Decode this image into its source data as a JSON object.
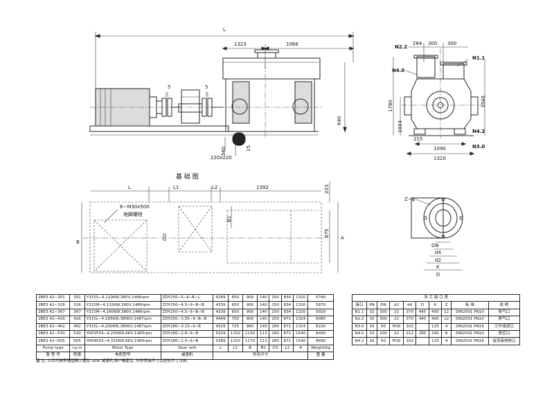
{
  "elevation_view": {
    "dims": {
      "L": "L",
      "d1323": "1323",
      "d1068": "1068",
      "d5a": "5",
      "d5b": "5",
      "d640": "640",
      "d560": "560",
      "d15": "15",
      "d220": "220x220"
    }
  },
  "side_view": {
    "labels": {
      "n22": "N2.2",
      "n11": "N1.1",
      "n40": "N4.0",
      "n42": "N4.2",
      "n30": "N3.0"
    },
    "dims": {
      "d284": "284",
      "d300a": "300",
      "d300b": "300",
      "d1780": "1780",
      "d1034": "1034",
      "d1540": "1540",
      "d215": "215",
      "d1090": "1090",
      "d1320": "1320"
    }
  },
  "foundation": {
    "title": "基 础 图",
    "dims": {
      "L": "L",
      "L1": "L1",
      "L2": "L2",
      "d1392": "1392",
      "d223": "223",
      "d875": "875",
      "B": "B",
      "B1": "B1",
      "CO": "CO",
      "A": "A"
    },
    "bolt_note_1": "6−M30x500",
    "bolt_note_2": "地脚螺栓"
  },
  "flange_detail": {
    "labels": {
      "zd": "Z−φ",
      "DN": "DN",
      "d4": "d4",
      "d2": "d2",
      "K": "K",
      "D": "D"
    }
  },
  "pump_table": {
    "rows": [
      [
        "2BE3 42−301",
        "301",
        "Y315S−4,110KW,380V,1486rpm",
        "ZDY250−5−Ⅱ−B−L",
        "4289",
        "650",
        "900",
        "140",
        "250",
        "834",
        "1320",
        "5740"
      ],
      [
        "2BE3 42−326",
        "326",
        "Y315M−4,132KW,380V,1486rpm",
        "ZDY250−4.5−Ⅱ−B−B",
        "4339",
        "650",
        "900",
        "140",
        "250",
        "834",
        "1320",
        "5870"
      ],
      [
        "2BE3 42−367",
        "367",
        "Y315M−4,160KW,380V,1486rpm",
        "ZDY250−4.5−Ⅱ−B−B",
        "4339",
        "650",
        "900",
        "140",
        "250",
        "834",
        "1320",
        "5920"
      ],
      [
        "2BE3 42−416",
        "416",
        "Y315L−4,185KW,380KV,1487rpm",
        "ZDY250−3.55−Ⅱ−B−B",
        "4449",
        "700",
        "900",
        "140",
        "250",
        "871",
        "1324",
        "6085"
      ],
      [
        "2BE3 42−462",
        "462",
        "Y315L−4,200KW,380KV,1487rpm",
        "ZDY280−3.15−Ⅱ−B",
        "4529",
        "725",
        "960",
        "140",
        "280",
        "871",
        "1324",
        "6220"
      ],
      [
        "2BE3 42−530",
        "530",
        "YKK3554−4,250KW,6KV,1485rpm",
        "ZDY280−2.8−Ⅱ−B",
        "5329",
        "1150",
        "1130",
        "113",
        "280",
        "871",
        "1540",
        "8400"
      ],
      [
        "2BE3 42−605",
        "605",
        "YKK4003−4,315KW,6KV,1485rpm",
        "ZDY280−2.5−Ⅱ−B",
        "5389",
        "1150",
        "1170",
        "113",
        "280",
        "871",
        "1540",
        "8690"
      ]
    ],
    "header_en": {
      "pump_type": "Pump type",
      "rpm": "r.p.m",
      "motor": "Motor Type",
      "gear": "Gear unit",
      "L": "L",
      "L1": "L1",
      "B": "B",
      "B1": "B1",
      "CO": "CO",
      "L2": "L2",
      "A": "A",
      "weight": "Weight/kg"
    },
    "header_cn": {
      "pump_type": "泵 型 号",
      "rpm": "转速",
      "motor": "电机型号",
      "gear": "减速机",
      "dims": "外形尺寸",
      "weight": "重 量"
    },
    "note": "备  注: 公司可推荐德国弗兰德及 SEW 减速机,用户确定后, 外形安装尺寸以提供尺寸为准。"
  },
  "flange_table": {
    "title": "法  兰  接  口  表",
    "headers": [
      "接口",
      "PN",
      "DN",
      "d2",
      "d4",
      "D",
      "K",
      "Z",
      "标  准",
      "说  明"
    ],
    "rows": [
      [
        "N1.1",
        "10",
        "300",
        "22",
        "370",
        "445",
        "400",
        "12",
        "DIN2501 PN10",
        "吸气口"
      ],
      [
        "N2.2",
        "10",
        "300",
        "22",
        "370",
        "445",
        "400",
        "12",
        "DIN2501 PN10",
        "排气口"
      ],
      [
        "N3.0",
        "16",
        "50",
        "M16",
        "102",
        "",
        "125",
        "4",
        "DIN2501 PN16",
        "工作液进口"
      ],
      [
        "N4.0",
        "10",
        "200",
        "22",
        "212",
        "285",
        "240",
        "8",
        "DIN2501 PN10",
        "排空口"
      ],
      [
        "N4.2",
        "16",
        "50",
        "M16",
        "102",
        "",
        "125",
        "4",
        "DIN2501 PN16",
        "溢流液排放口"
      ]
    ]
  }
}
